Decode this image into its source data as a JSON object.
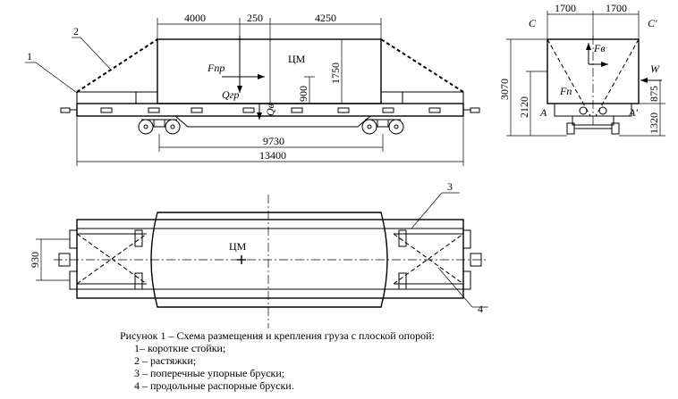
{
  "side_view": {
    "dims": {
      "d4000": "4000",
      "d250": "250",
      "d4250": "4250",
      "d1750": "1750",
      "d900": "900",
      "d9730": "9730",
      "d13400": "13400"
    },
    "labels": {
      "callout1": "1",
      "callout2": "2",
      "cm": "ЦМ",
      "fpr": "Fпр",
      "qgr": "Qгр",
      "qv": "Qв"
    }
  },
  "end_view": {
    "dims": {
      "d1700a": "1700",
      "d1700b": "1700",
      "d3070": "3070",
      "d2120": "2120",
      "d875": "875",
      "d1320": "1320"
    },
    "labels": {
      "c_left": "C",
      "c_right": "C'",
      "fv": "Fв",
      "fp": "Fп",
      "w": "W",
      "a_left": "A",
      "a_right": "A'"
    }
  },
  "plan_view": {
    "dims": {
      "d930": "930"
    },
    "labels": {
      "callout3": "3",
      "callout4": "4",
      "cm": "ЦМ"
    }
  },
  "caption": {
    "title": "Рисунок 1    – Схема размещения и крепления груза с плоской опорой:",
    "items": [
      "1– короткие стойки;",
      "2 – растяжки;",
      "3 – поперечные упорные бруски;",
      "4 – продольные распорные бруски."
    ]
  }
}
